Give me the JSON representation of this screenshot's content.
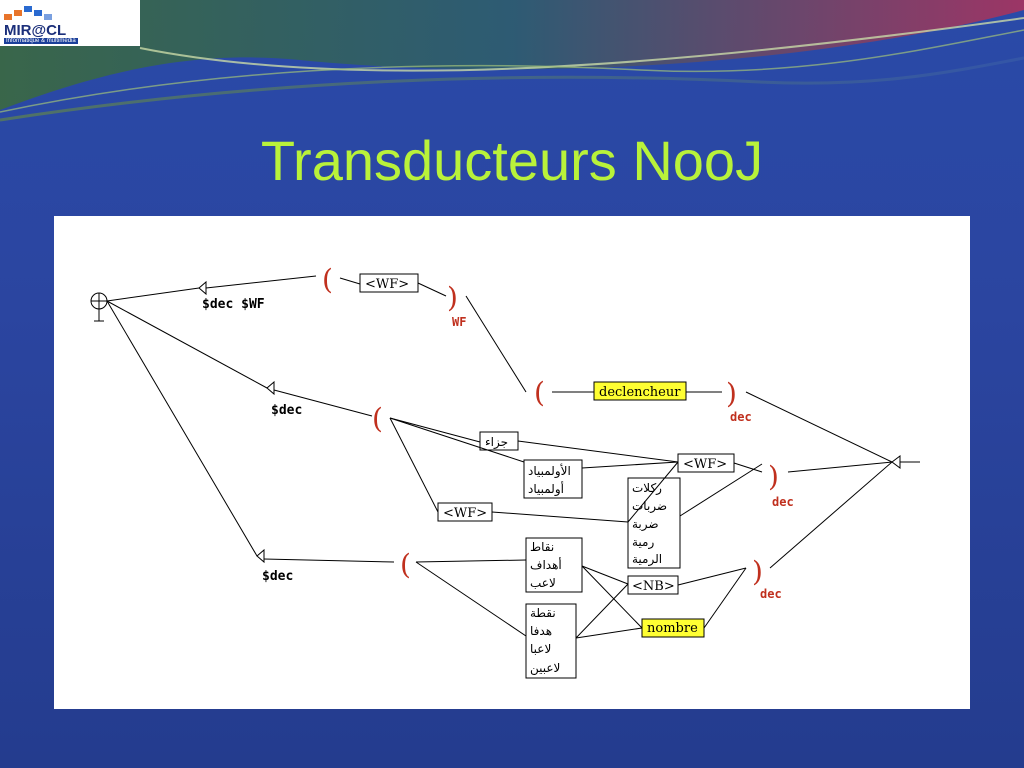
{
  "logo": {
    "text": "MIR@CL",
    "subtitle": "Informatique & multimedia"
  },
  "title": "Transducteurs NooJ",
  "colors": {
    "title": "#b9f23a",
    "background": "#2b45a0",
    "output": "#c0301e",
    "highlight": "#ffff33"
  },
  "graph": {
    "var_labels": {
      "dec_wf": "$dec $WF",
      "dec1": "$dec",
      "dec2": "$dec"
    },
    "parens": {
      "open": "(",
      "close": ")"
    },
    "outputs": {
      "wf": "WF",
      "dec1": "dec",
      "dec2": "dec",
      "dec3": "dec"
    },
    "nodes": {
      "wf_top": "<WF>",
      "declencheur": "declencheur",
      "juz": "جزاء",
      "olympiad": [
        "الأولمبياد",
        "أولمبياد"
      ],
      "wf_mid": "<WF>",
      "wf_left": "<WF>",
      "shots": [
        "ركلات",
        "ضربات",
        "ضربة",
        "رمية",
        "الرمية"
      ],
      "points": [
        "نقاط",
        "أهداف",
        "لاعب"
      ],
      "nb": "<NB>",
      "points2": [
        "نقطة",
        "هدفا",
        "لاعبا",
        "لاعبين"
      ],
      "nombre": "nombre"
    }
  }
}
